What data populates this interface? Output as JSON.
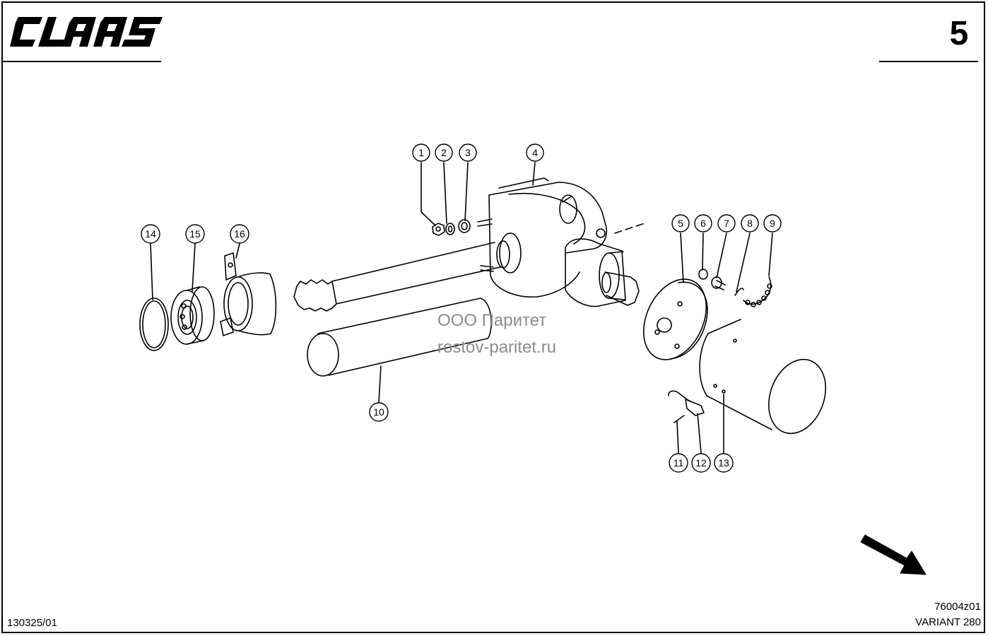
{
  "header": {
    "brand": "CLAAS",
    "page_number": "5"
  },
  "watermark": {
    "line1": "ООО Паритет",
    "line2": "rostov-paritet.ru"
  },
  "footer": {
    "drawing_id": "76004z01",
    "model": "VARIANT 280",
    "doc_no": "130325/01"
  },
  "callouts": [
    "1",
    "2",
    "3",
    "4",
    "5",
    "6",
    "7",
    "8",
    "9",
    "10",
    "11",
    "12",
    "13",
    "14",
    "15",
    "16"
  ]
}
